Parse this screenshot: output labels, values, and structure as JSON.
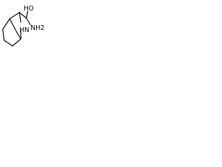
{
  "structure": {
    "labels": {
      "carboxyl": "HO",
      "amine": "NH2",
      "ring_nitrogen": "HN"
    }
  }
}
